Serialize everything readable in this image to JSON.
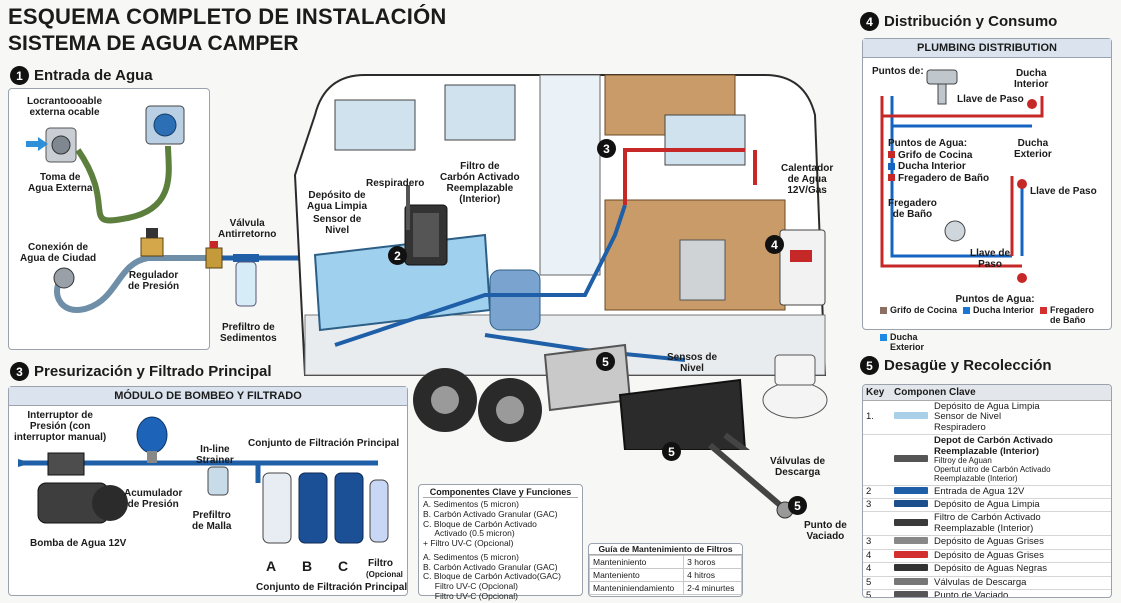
{
  "title": {
    "line1": "ESQUEMA COMPLETO DE INSTALACIÓN",
    "line2": "SISTEMA DE AGUA CAMPER"
  },
  "section1": {
    "number": "1",
    "title": "Entrada de Agua",
    "labels": {
      "locking_inlet": "Locrantoooable\nexterna ocable",
      "external_inlet": "Toma de\nAgua Externa",
      "city_connection": "Conexión de\nAgua de Ciudad",
      "pressure_regulator": "Regulador\nde Presión",
      "check_valve": "Válvula\nAntirretorno",
      "prefilter": "Prefiltro de\nSedimentos"
    }
  },
  "section3": {
    "number": "3",
    "title": "Presurización y Filtrado Principal",
    "panel_title": "MÓDULO DE BOMBEO Y FILTRADO",
    "labels": {
      "pressure_switch": "Interruptor de\nPresión (con\ninterruptor manual)",
      "pump": "Bomba de Agua 12V",
      "accumulator": "Acumulador\nde Presión",
      "inline_strainer": "In-line\nStrainer",
      "mesh_prefilter": "Prefiltro\nde Malla",
      "filter_assembly_top": "Conjunto de Filtración Principal",
      "filter_assembly_bottom": "Conjunto de Filtración Principal",
      "filter_a": "A",
      "filter_b": "B",
      "filter_c": "C",
      "filter_optional": "Filtro",
      "filter_optional_sub": "(Opcional"
    }
  },
  "components_box": {
    "title": "Componentes Clave y Funciones",
    "list1": [
      "A. Sedimentos (5 micron)",
      "B. Carbón Activado Granular (GAC)",
      "C. Bloque de Carbón Activado",
      "     Activado (0.5 micron)",
      "+ Filtro UV-C (Opcional)"
    ],
    "list2": [
      "A. Sedimentos (5 micron)",
      "B. Carbón Activado Granular (GAC)",
      "C. Bloque de Carbón Activado(GAC)",
      "     Filtro UV-C (Opcional)",
      "     Filtro UV-C (Opcional)"
    ]
  },
  "maintenance": {
    "title": "Guía de Mantenimiento de Filtros",
    "rows": [
      [
        "Manteniniento",
        "3 horos"
      ],
      [
        "Manteniento",
        "4 hitros"
      ],
      [
        "Manteniniendamiento",
        "2-4 minurtes"
      ]
    ]
  },
  "camper_labels": {
    "vent": "Respiradero",
    "fresh_tank": "Depósito de\nAgua Limpia",
    "level_sensor": "Sensor de\nNivel",
    "carbon_filter": "Filtro de\nCarbón Activado\nReemplazable\n(Interior)",
    "heater": "Calentador\nde Agua\n12V/Gas",
    "level_sensors": "Sensos de\nNivel",
    "drain_valves": "Válvulas de\nDescarga",
    "drain_point": "Punto de\nVaciado",
    "n2": "2",
    "n3": "3",
    "n4": "4",
    "n5a": "5",
    "n5b": "5",
    "n5c": "5"
  },
  "section4": {
    "number": "4",
    "title": "Distribución y Consumo",
    "panel_title": "PLUMBING DISTRIBUTION",
    "labels": {
      "points_of": "Puntos de:",
      "shut_valve1": "Llave de Paso",
      "inner_shower": "Ducha\nInterior",
      "outer_shower": "Ducha\nExterior",
      "shut_valve2": "Llave de Paso",
      "bath_sink": "Fregadero\nde Baño",
      "shut_valve3": "Llave de\nPaso"
    },
    "points_title": "Puntos de Agua:",
    "points": [
      {
        "text": "Grifo de Cocina",
        "color": "#c62828"
      },
      {
        "text": "Ducha Interior",
        "color": "#1565c0"
      },
      {
        "text": "Fregadero de Baño",
        "color": "#c62828"
      }
    ],
    "legend_title": "Puntos de Agua:",
    "legend": [
      {
        "text": "Grifo de Cocina",
        "color": "#8d6e63"
      },
      {
        "text": "Ducha Interior",
        "color": "#1976d2"
      },
      {
        "text": "Fregadero\nde Baño",
        "color": "#d32f2f"
      },
      {
        "text": "Ducha\nExterior",
        "color": "#1e88e5"
      }
    ]
  },
  "section5": {
    "number": "5",
    "title": "Desagüe y Recolección",
    "table_head": [
      "Key",
      "Componen Clave"
    ],
    "rows": [
      {
        "key": "1.",
        "color": "#a9cfe9",
        "lines": [
          "Depósito de Agua Limpia",
          "Sensor de Nivel",
          "Respiradero"
        ],
        "bold": false
      },
      {
        "key": "",
        "color": "#555555",
        "lines": [
          "Depot de Carbón Activado",
          "Reemplazable (Interior)"
        ],
        "sub": [
          "Filtroy de Aguan",
          "Opertut uitro de Carbón Activado",
          "Reemplazable (Interior)"
        ],
        "bold": true
      },
      {
        "key": "2",
        "color": "#1f5fa8",
        "lines": [
          "Entrada de Agua 12V"
        ],
        "bold": false
      },
      {
        "key": "3",
        "color": "#1c4f8c",
        "lines": [
          "Depósito de Agua Limpia"
        ],
        "bold": false
      },
      {
        "key": "",
        "color": "#3a3a3a",
        "lines": [
          "Filtro de Carbón Activado",
          "Reemplazable (Interior)"
        ],
        "bold": false
      },
      {
        "key": "3",
        "color": "#888888",
        "lines": [
          "Depósito de Aguas Grises"
        ],
        "bold": false
      },
      {
        "key": "4",
        "color": "#d32f2f",
        "lines": [
          "Depósito de Aguas Grises"
        ],
        "bold": false
      },
      {
        "key": "4",
        "color": "#333333",
        "lines": [
          "Depósito de Aguas Negras"
        ],
        "bold": false
      },
      {
        "key": "5",
        "color": "#777777",
        "lines": [
          "Válvulas de Descarga"
        ],
        "bold": false
      },
      {
        "key": "5",
        "color": "#555555",
        "lines": [
          "Punto de Vaciado"
        ],
        "bold": false
      }
    ]
  },
  "colors": {
    "fresh_blue": "#1f5fa8",
    "hot_red": "#c62828",
    "grey_water": "#8a8a8a",
    "black_water": "#2b2b2b",
    "panel_head": "#dbe4ee"
  }
}
